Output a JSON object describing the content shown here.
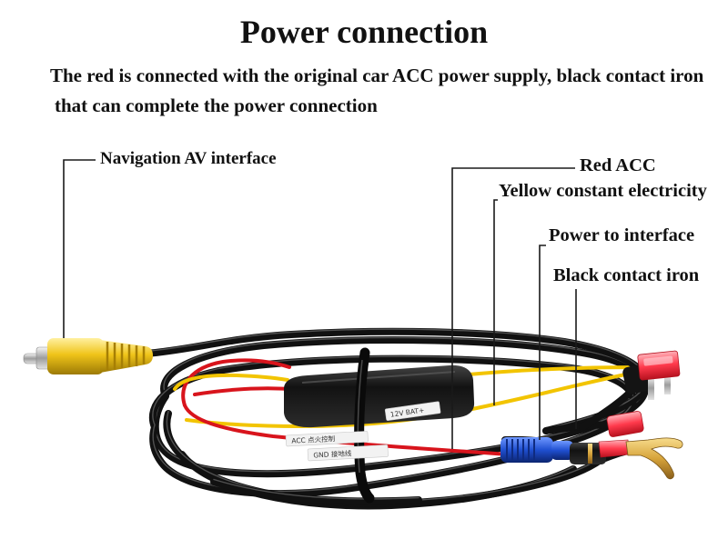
{
  "title": "Power connection",
  "description": [
    "The red is connected with the original car ACC power supply, black contact iron",
    "that can complete the power connection"
  ],
  "callouts": {
    "navigation_av_interface": "Navigation AV interface",
    "red_acc": "Red ACC",
    "yellow_constant_electricity": "Yellow constant electricity",
    "power_to_interface": "Power to interface",
    "black_contact_iron": "Black contact iron"
  },
  "cable_tags": {
    "battery": "12V BAT+",
    "acc": "ACC 点火控制",
    "ground": "GND 接地线"
  },
  "colors": {
    "background": "#ffffff",
    "text": "#111111",
    "leader_line": "#1a1a1a",
    "cable": "#111111",
    "red_wire": "#d8141c",
    "yellow_wire": "#f2c400",
    "rca_body": "#f0c419",
    "fuse": "#ff3a4c",
    "blue_connector": "#1f4fd0",
    "spade_terminal": "#d7a43b"
  }
}
